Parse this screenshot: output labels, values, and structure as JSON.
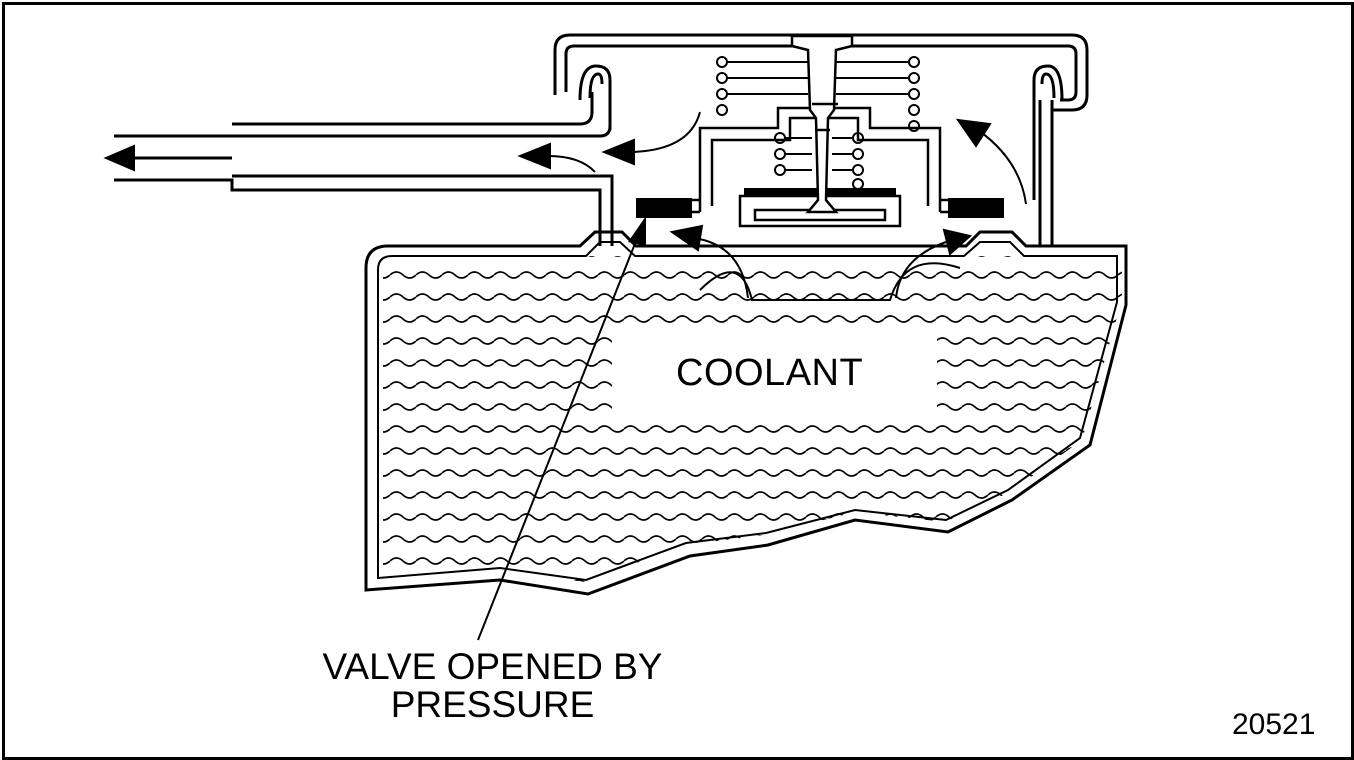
{
  "labels": {
    "coolant": "COOLANT",
    "callout_line1": "VALVE OPENED BY",
    "callout_line2": "PRESSURE",
    "figure_number": "20521"
  },
  "colors": {
    "ink": "#000000",
    "background": "#ffffff"
  }
}
